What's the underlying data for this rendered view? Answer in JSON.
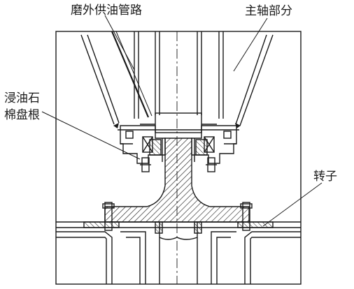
{
  "labels": {
    "external_oil_supply": "磨外供油管路",
    "main_shaft_section": "主轴部分",
    "oil_asbestos_packing_line1": "浸油石",
    "oil_asbestos_packing_line2": "棉盘根",
    "rotor": "转子"
  },
  "colors": {
    "line": "#1a1a1a",
    "hatch": "#1a1a1a",
    "background": "#ffffff"
  }
}
